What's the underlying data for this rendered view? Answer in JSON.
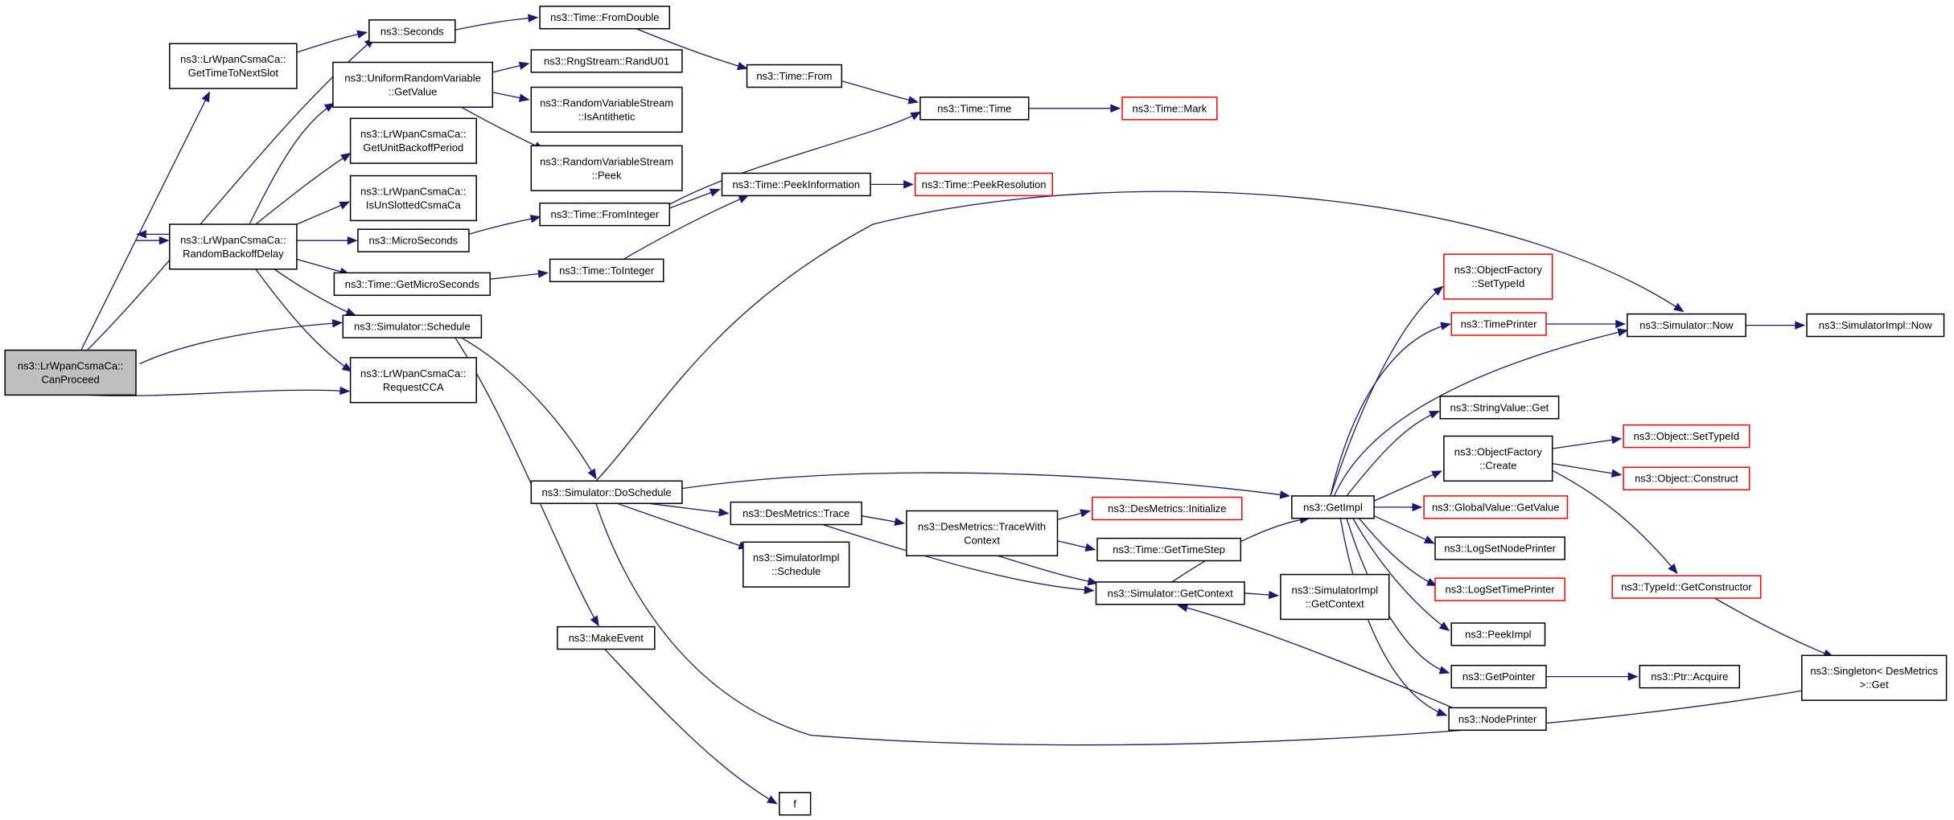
{
  "graph": {
    "colors": {
      "edge": "#191970",
      "external_border": "#ff0000",
      "node_border": "#000000",
      "current_fill": "#bfbfbf"
    },
    "nodes": [
      {
        "id": "canproceed",
        "lines": [
          "ns3::LrWpanCsmaCa::",
          "CanProceed"
        ],
        "kind": "current"
      },
      {
        "id": "gettimetonextslot",
        "lines": [
          "ns3::LrWpanCsmaCa::",
          "GetTimeToNextSlot"
        ]
      },
      {
        "id": "seconds",
        "lines": [
          "ns3::Seconds"
        ]
      },
      {
        "id": "fromdouble",
        "lines": [
          "ns3::Time::FromDouble"
        ]
      },
      {
        "id": "timefrom",
        "lines": [
          "ns3::Time::From"
        ]
      },
      {
        "id": "timetime",
        "lines": [
          "ns3::Time::Time"
        ]
      },
      {
        "id": "timemark",
        "lines": [
          "ns3::Time::Mark"
        ],
        "kind": "external"
      },
      {
        "id": "uniformgetvalue",
        "lines": [
          "ns3::UniformRandomVariable",
          "::GetValue"
        ]
      },
      {
        "id": "randu01",
        "lines": [
          "ns3::RngStream::RandU01"
        ]
      },
      {
        "id": "isantithetic",
        "lines": [
          "ns3::RandomVariableStream",
          "::IsAntithetic"
        ]
      },
      {
        "id": "rvspeek",
        "lines": [
          "ns3::RandomVariableStream",
          "::Peek"
        ]
      },
      {
        "id": "getunitbackoff",
        "lines": [
          "ns3::LrWpanCsmaCa::",
          "GetUnitBackoffPeriod"
        ]
      },
      {
        "id": "isunslotted",
        "lines": [
          "ns3::LrWpanCsmaCa::",
          "IsUnSlottedCsmaCa"
        ]
      },
      {
        "id": "randombackoff",
        "lines": [
          "ns3::LrWpanCsmaCa::",
          "RandomBackoffDelay"
        ]
      },
      {
        "id": "microseconds",
        "lines": [
          "ns3::MicroSeconds"
        ]
      },
      {
        "id": "frominteger",
        "lines": [
          "ns3::Time::FromInteger"
        ]
      },
      {
        "id": "peekinformation",
        "lines": [
          "ns3::Time::PeekInformation"
        ]
      },
      {
        "id": "peekresolution",
        "lines": [
          "ns3::Time::PeekResolution"
        ],
        "kind": "external"
      },
      {
        "id": "getmicroseconds",
        "lines": [
          "ns3::Time::GetMicroSeconds"
        ]
      },
      {
        "id": "tointeger",
        "lines": [
          "ns3::Time::ToInteger"
        ]
      },
      {
        "id": "schedule",
        "lines": [
          "ns3::Simulator::Schedule"
        ]
      },
      {
        "id": "requestcca",
        "lines": [
          "ns3::LrWpanCsmaCa::",
          "RequestCCA"
        ]
      },
      {
        "id": "doschedule",
        "lines": [
          "ns3::Simulator::DoSchedule"
        ]
      },
      {
        "id": "desmetricstrace",
        "lines": [
          "ns3::DesMetrics::Trace"
        ]
      },
      {
        "id": "simimplschedule",
        "lines": [
          "ns3::SimulatorImpl",
          "::Schedule"
        ]
      },
      {
        "id": "makeevent",
        "lines": [
          "ns3::MakeEvent"
        ]
      },
      {
        "id": "f",
        "lines": [
          "f"
        ]
      },
      {
        "id": "tracewithcontext",
        "lines": [
          "ns3::DesMetrics::TraceWith",
          "Context"
        ]
      },
      {
        "id": "desinit",
        "lines": [
          "ns3::DesMetrics::Initialize"
        ],
        "kind": "external"
      },
      {
        "id": "gettimestep",
        "lines": [
          "ns3::Time::GetTimeStep"
        ]
      },
      {
        "id": "getcontext",
        "lines": [
          "ns3::Simulator::GetContext"
        ]
      },
      {
        "id": "simimplgetcontext",
        "lines": [
          "ns3::SimulatorImpl",
          "::GetContext"
        ]
      },
      {
        "id": "getimpl",
        "lines": [
          "ns3::GetImpl"
        ]
      },
      {
        "id": "ofsettypeid",
        "lines": [
          "ns3::ObjectFactory",
          "::SetTypeId"
        ],
        "kind": "external"
      },
      {
        "id": "timeprinter",
        "lines": [
          "ns3::TimePrinter"
        ],
        "kind": "external"
      },
      {
        "id": "simnow",
        "lines": [
          "ns3::Simulator::Now"
        ]
      },
      {
        "id": "simimplnow",
        "lines": [
          "ns3::SimulatorImpl::Now"
        ]
      },
      {
        "id": "stringvalueget",
        "lines": [
          "ns3::StringValue::Get"
        ]
      },
      {
        "id": "ofcreate",
        "lines": [
          "ns3::ObjectFactory",
          "::Create"
        ]
      },
      {
        "id": "objsettypeid",
        "lines": [
          "ns3::Object::SetTypeId"
        ],
        "kind": "external"
      },
      {
        "id": "objconstruct",
        "lines": [
          "ns3::Object::Construct"
        ],
        "kind": "external"
      },
      {
        "id": "globalvalueget",
        "lines": [
          "ns3::GlobalValue::GetValue"
        ],
        "kind": "external"
      },
      {
        "id": "logsetnodeprinter",
        "lines": [
          "ns3::LogSetNodePrinter"
        ]
      },
      {
        "id": "logsettimeprinter",
        "lines": [
          "ns3::LogSetTimePrinter"
        ],
        "kind": "external"
      },
      {
        "id": "typeidgetconstructor",
        "lines": [
          "ns3::TypeId::GetConstructor"
        ],
        "kind": "external"
      },
      {
        "id": "peekimpl",
        "lines": [
          "ns3::PeekImpl"
        ]
      },
      {
        "id": "getpointer",
        "lines": [
          "ns3::GetPointer"
        ]
      },
      {
        "id": "ptracquire",
        "lines": [
          "ns3::Ptr::Acquire"
        ]
      },
      {
        "id": "singletonget",
        "lines": [
          "ns3::Singleton< DesMetrics",
          ">::Get"
        ]
      },
      {
        "id": "nodeprinter",
        "lines": [
          "ns3::NodePrinter"
        ]
      }
    ]
  }
}
